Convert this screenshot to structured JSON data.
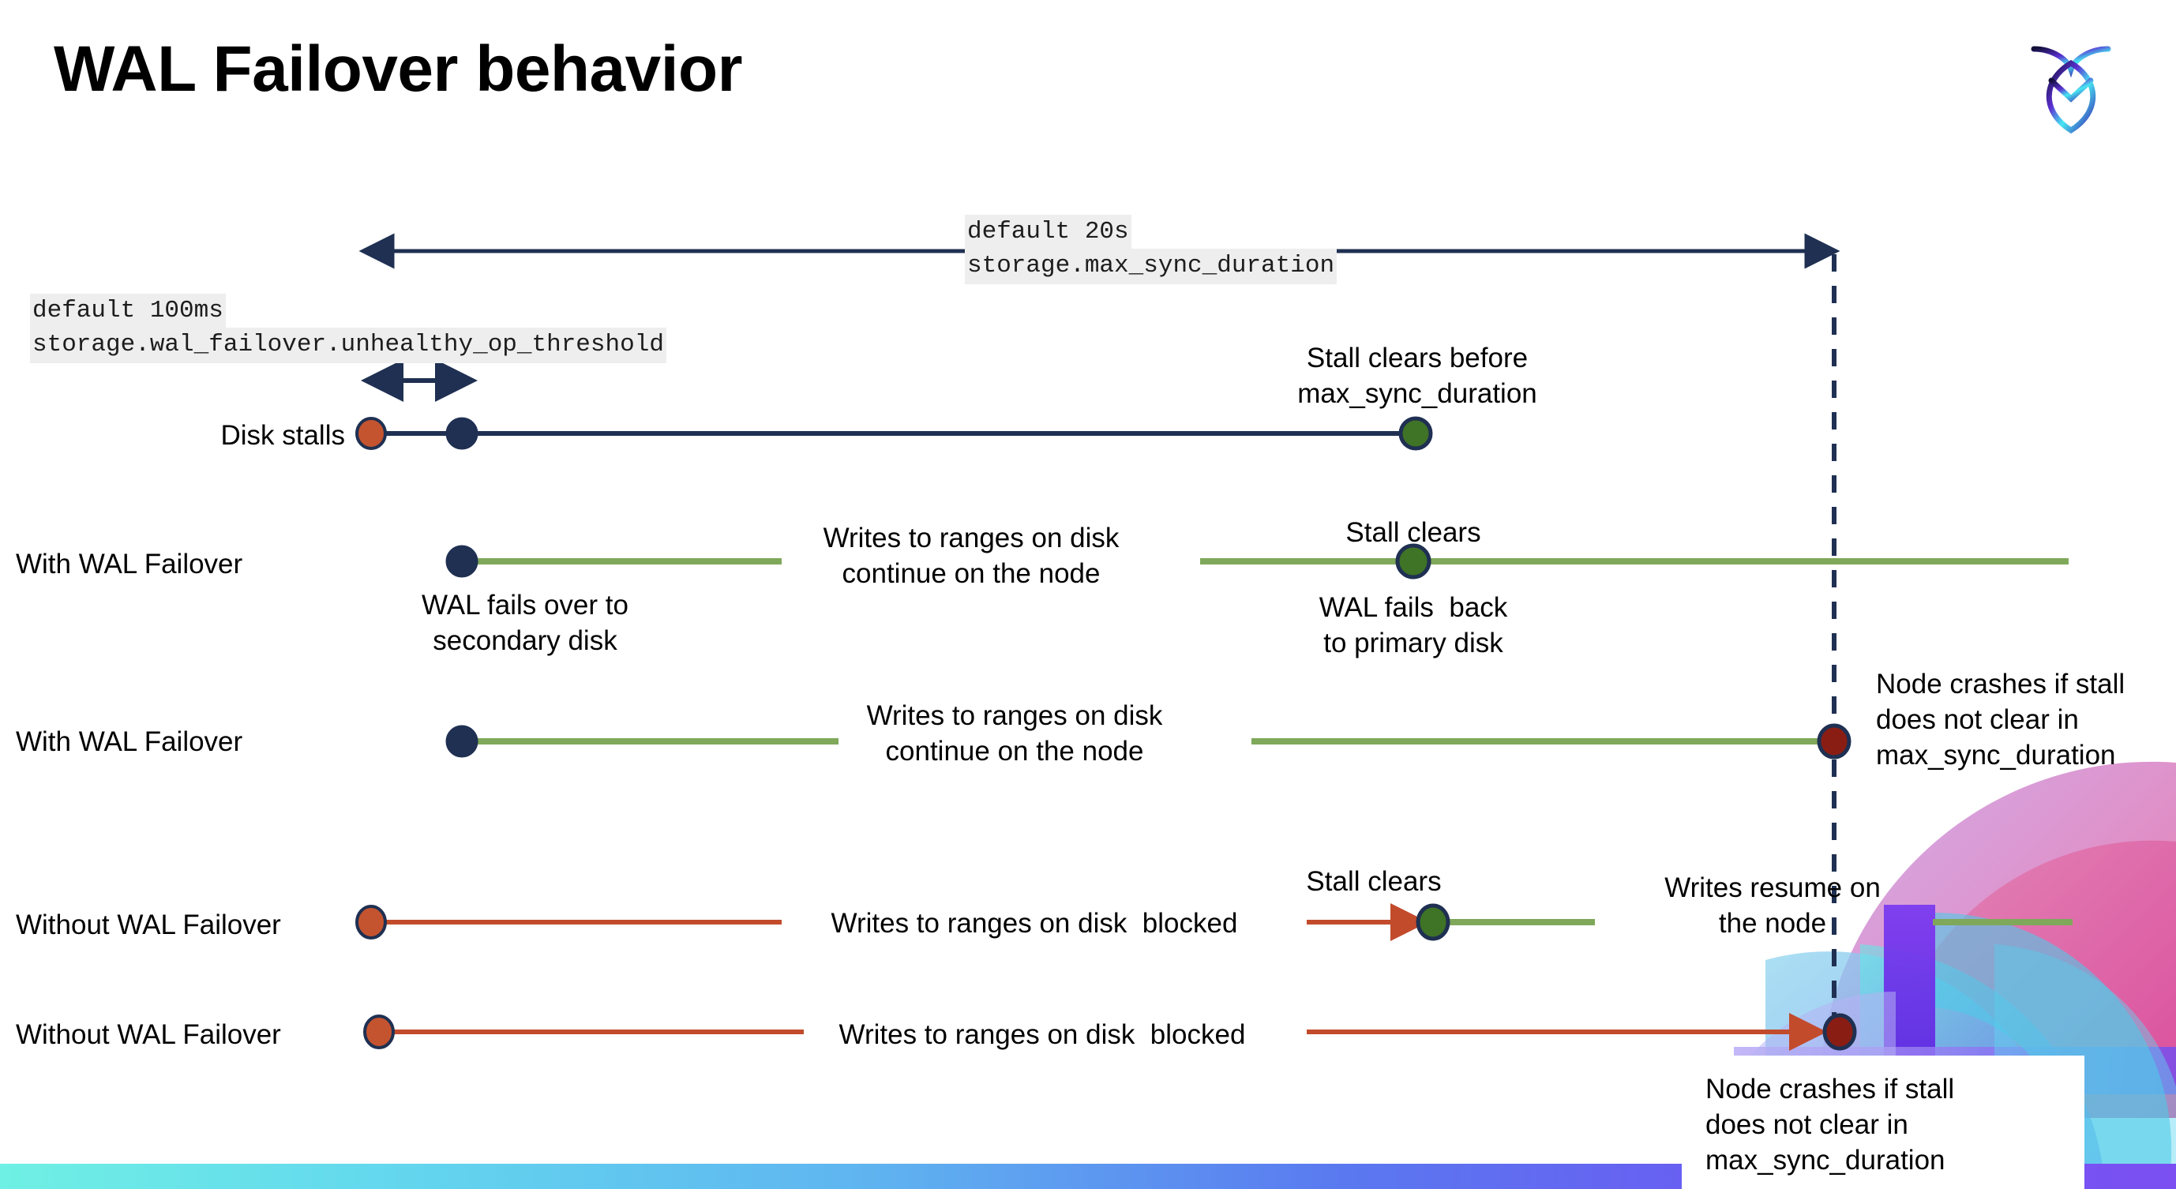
{
  "slide": {
    "title": "WAL Failover behavior",
    "logo_name": "cockroachdb-logo"
  },
  "settings": [
    {
      "id": "max-sync-duration",
      "default_line": "default 20s",
      "setting_line": "storage.max_sync_duration"
    },
    {
      "id": "unhealthy-op-threshold",
      "default_line": "default 100ms",
      "setting_line": "storage.wal_failover.unhealthy_op_threshold"
    }
  ],
  "rows": [
    {
      "id": "disk-stalls",
      "label": "Disk stalls",
      "annotation": "Stall clears before\nmax_sync_duration"
    },
    {
      "id": "with-wal-failover-1",
      "label": "With WAL Failover",
      "start_note": "WAL fails over to\nsecondary disk",
      "mid_note": "Writes to ranges on disk\ncontinue on the node",
      "clear_note": "Stall clears",
      "end_note": "WAL fails  back\nto primary disk"
    },
    {
      "id": "with-wal-failover-2",
      "label": "With WAL Failover",
      "mid_note": "Writes to ranges on disk\ncontinue on the node",
      "crash_note": "Node crashes if stall\ndoes not clear in\nmax_sync_duration"
    },
    {
      "id": "without-wal-failover-1",
      "label": "Without WAL Failover",
      "mid_note": "Writes to ranges on disk  blocked",
      "clear_note": "Stall clears",
      "resume_note": "Writes resume on\nthe node"
    },
    {
      "id": "without-wal-failover-2",
      "label": "Without WAL Failover",
      "mid_note": "Writes to ranges on disk  blocked",
      "crash_note": "Node crashes if stall\ndoes not clear in\nmax_sync_duration"
    }
  ],
  "legend_colors": {
    "navy": "#1f3052",
    "green_line": "#7fa85a",
    "green_dot": "#3f7326",
    "orange_line": "#c24b2c",
    "orange_dot": "#c4542f",
    "dark_red_dot": "#8a1d13",
    "code_bg": "#eeeeee",
    "bottom_gradient_start": "#6ff0e4",
    "bottom_gradient_end": "#7b4ff2"
  }
}
